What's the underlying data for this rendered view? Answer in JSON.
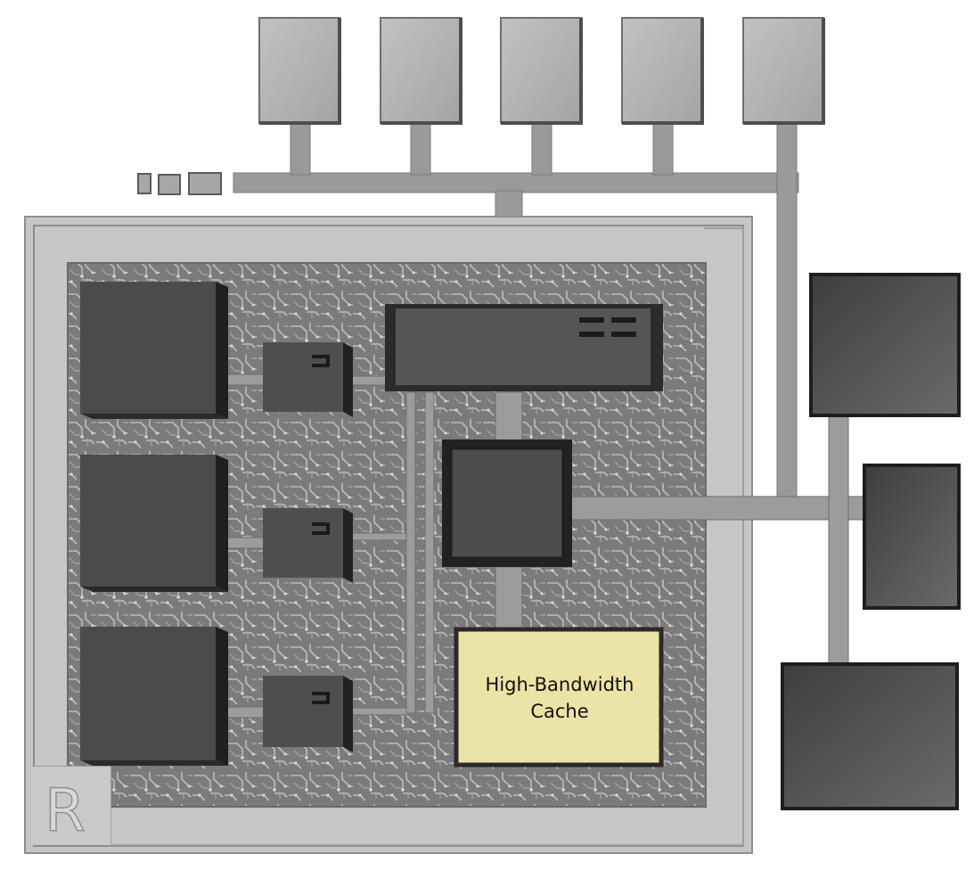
{
  "diagram": {
    "highlight_block": {
      "label_line1": "High-Bandwidth",
      "label_line2": "Cache",
      "fill_color": "#ece3a6",
      "border_color": "#2a2a2a"
    },
    "logo_glyph": "R",
    "colors": {
      "background": "#ffffff",
      "substrate": "#c4c4c4",
      "substrate_border": "#8e8e8e",
      "board": "#7d7d7d",
      "trace": "#b9b9b9",
      "chip_dark": "#4a4a4a",
      "chip_side": "#2a2a2a",
      "pad": "#b3b3b3",
      "bus": "#9a9a9a"
    },
    "icon_names": [
      "chip-icon",
      "logo-icon"
    ]
  }
}
